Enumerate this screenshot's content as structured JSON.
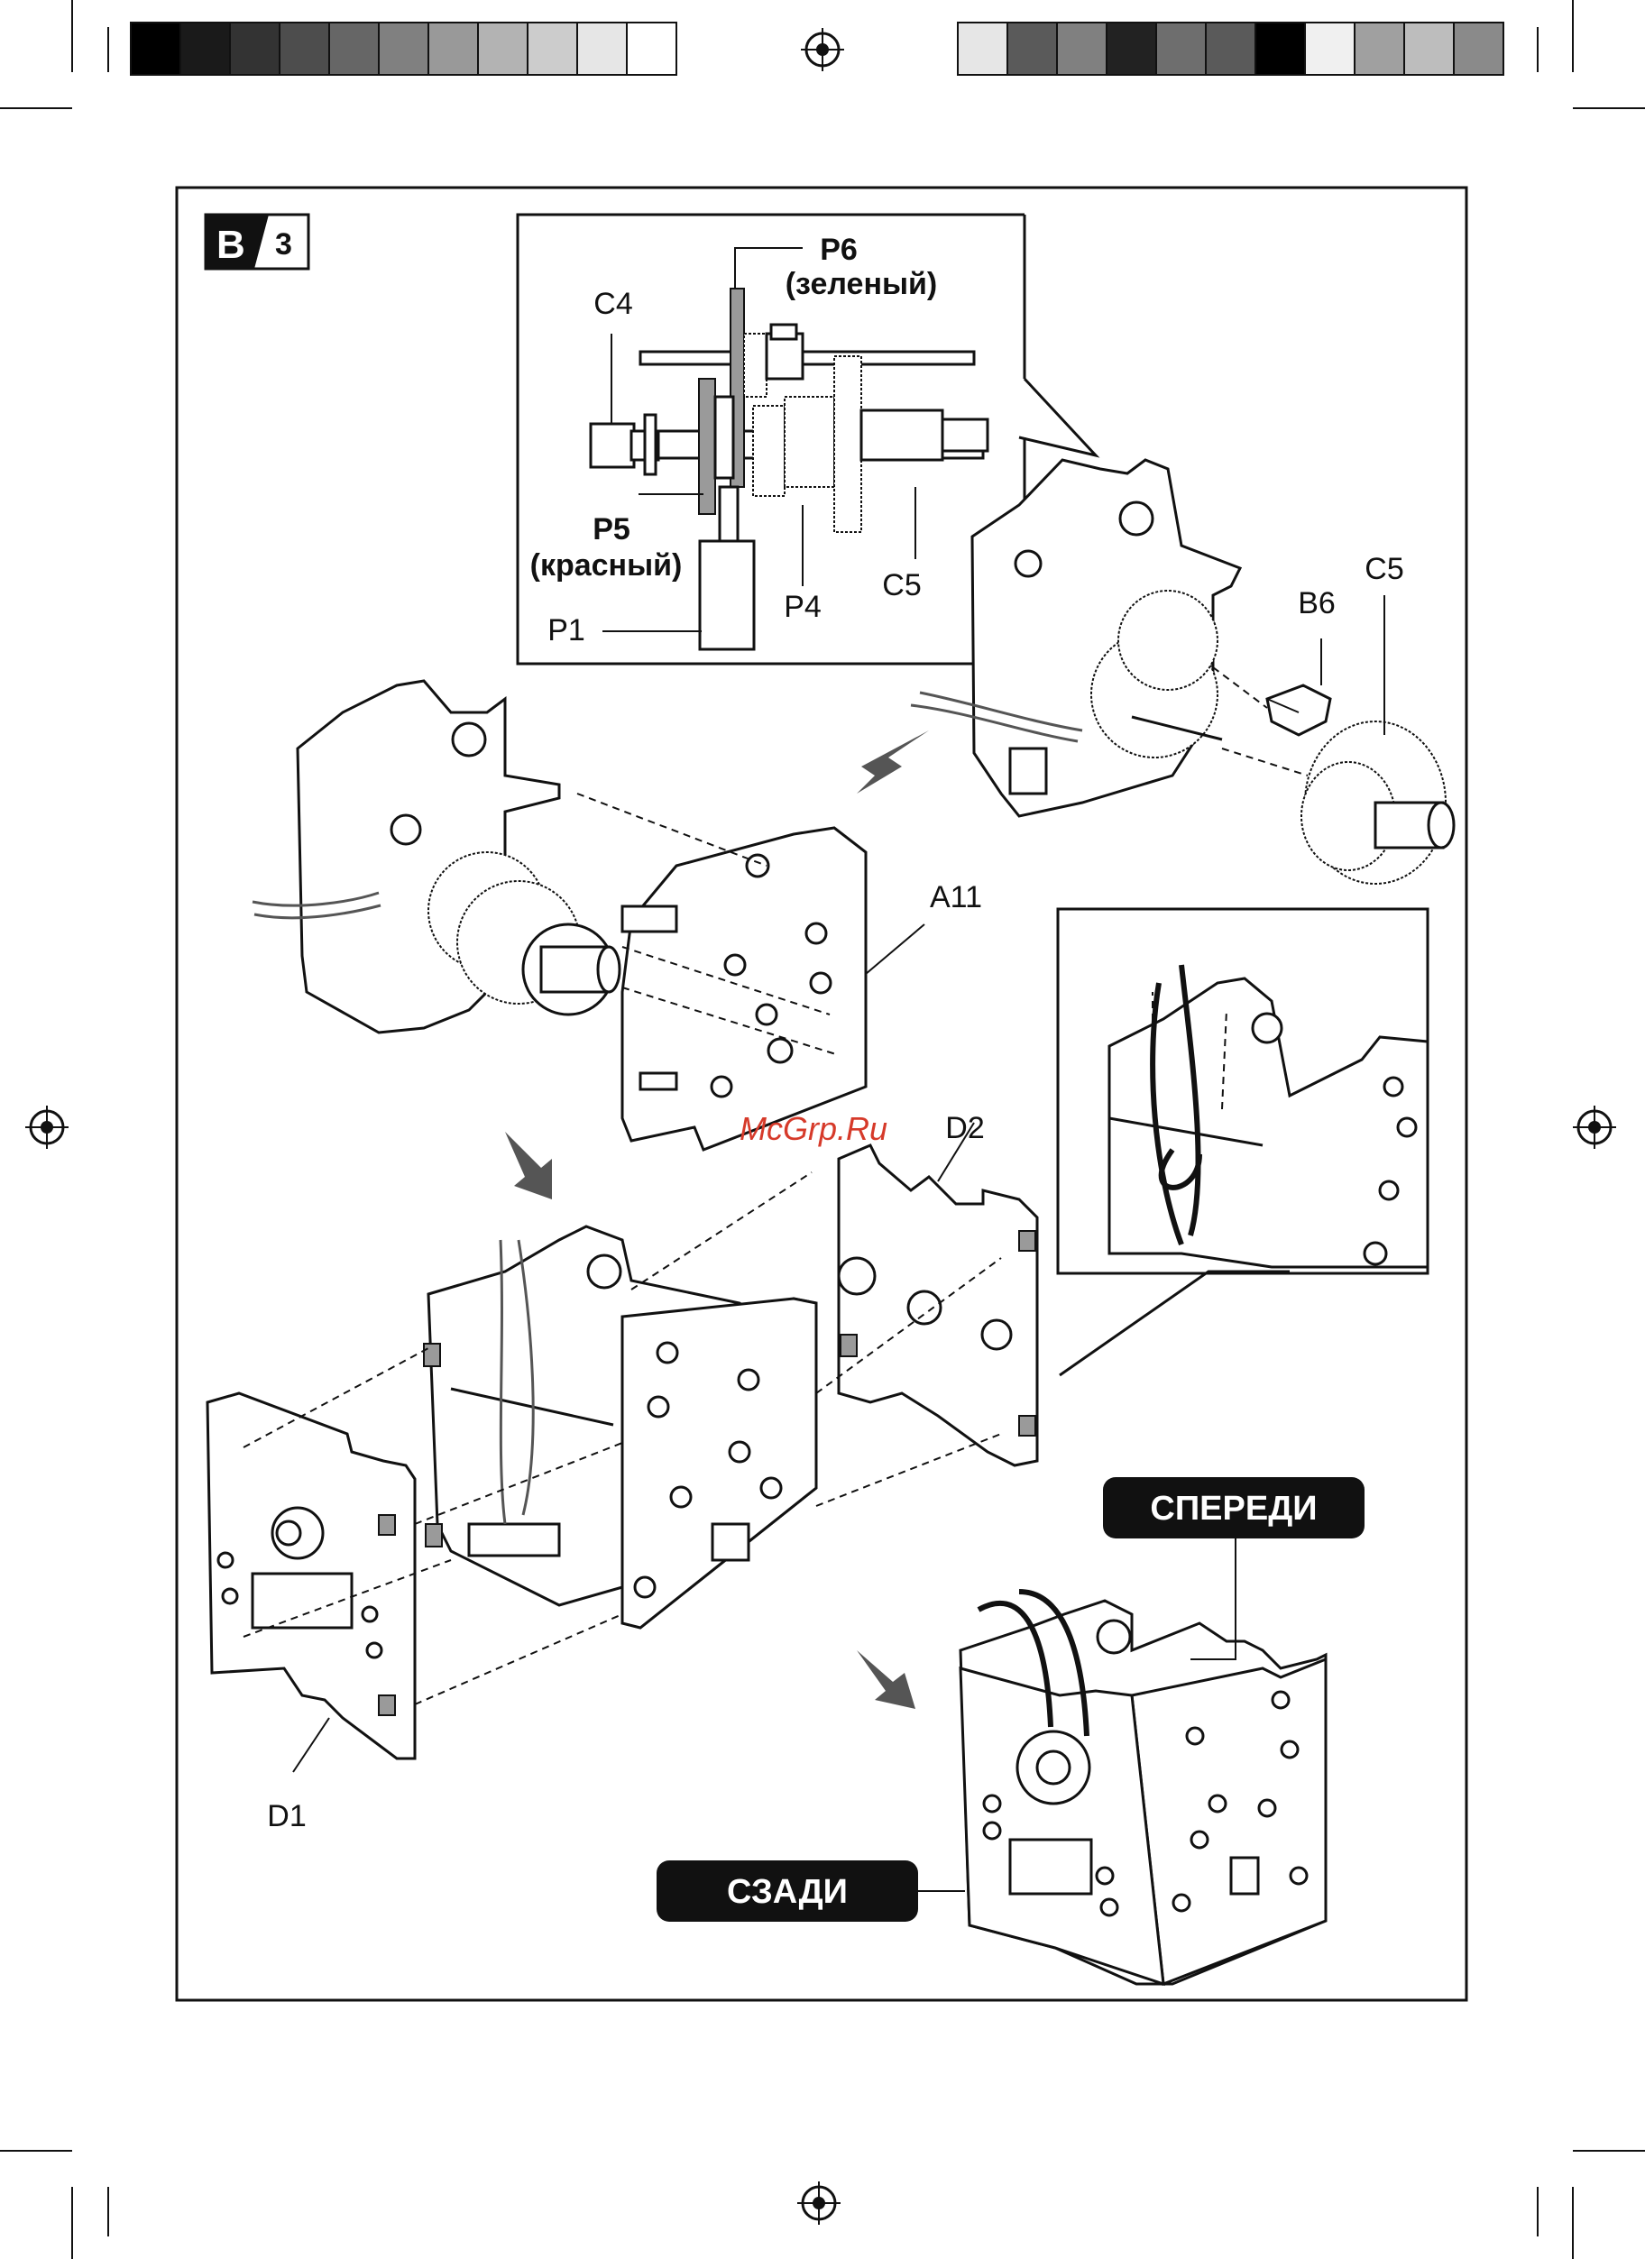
{
  "step_badge": {
    "letter": "B",
    "number": "3"
  },
  "labels": {
    "p6": "P6",
    "p6_color": "(зеленый)",
    "c4": "C4",
    "p5": "P5",
    "p5_color": "(красный)",
    "p1": "P1",
    "p4": "P4",
    "c5_inset": "C5",
    "c5": "C5",
    "b6": "B6",
    "a11": "A11",
    "d2": "D2",
    "d1": "D1"
  },
  "orientation": {
    "front": "СПЕРЕДИ",
    "back": "СЗАДИ"
  },
  "watermark": "McGrp.Ru",
  "colors": {
    "gear_grey": "#9a9a9a",
    "watermark": "#d63a2a",
    "pill_bg": "#111111"
  },
  "print_marks": {
    "left_bar": [
      "#000000",
      "#1a1a1a",
      "#333333",
      "#4d4d4d",
      "#666666",
      "#808080",
      "#999999",
      "#b3b3b3",
      "#cccccc",
      "#e6e6e6",
      "#ffffff"
    ],
    "right_bar": [
      "#e6e6e6",
      "#5a5a5a",
      "#808080",
      "#222222",
      "#6e6e6e",
      "#5a5a5a",
      "#000000",
      "#f0f0f0",
      "#a0a0a0",
      "#bdbdbd",
      "#8a8a8a"
    ]
  }
}
